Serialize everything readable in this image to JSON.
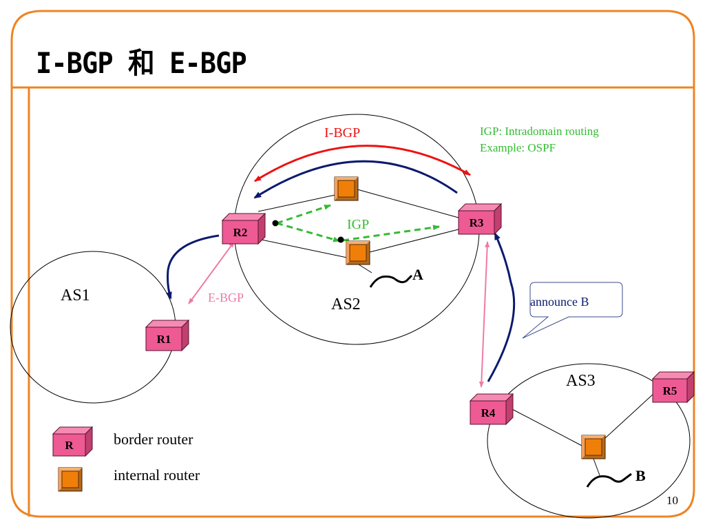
{
  "slide": {
    "title": "I-BGP 和 E-BGP",
    "page_number": "10",
    "frame_color": "#EE8422"
  },
  "diagram": {
    "autonomous_systems": [
      {
        "id": "AS1",
        "label": "AS1"
      },
      {
        "id": "AS2",
        "label": "AS2"
      },
      {
        "id": "AS3",
        "label": "AS3"
      }
    ],
    "border_routers": [
      {
        "id": "R1",
        "label": "R1",
        "as": "AS1"
      },
      {
        "id": "R2",
        "label": "R2",
        "as": "AS2"
      },
      {
        "id": "R3",
        "label": "R3",
        "as": "AS2"
      },
      {
        "id": "R4",
        "label": "R4",
        "as": "AS3"
      },
      {
        "id": "R5",
        "label": "R5",
        "as": "AS3"
      }
    ],
    "internal_routers": [
      {
        "id": "I1",
        "as": "AS2"
      },
      {
        "id": "I2",
        "as": "AS2"
      },
      {
        "id": "I3",
        "as": "AS3"
      }
    ],
    "labels": {
      "ibgp": "I-BGP",
      "ebgp": "E-BGP",
      "igp": "IGP",
      "host_a": "A",
      "host_b": "B",
      "igp_note_line1": "IGP: Intradomain routing",
      "igp_note_line2": "Example: OSPF",
      "callout": "announce B"
    },
    "colors": {
      "border_router": "#EE5A93",
      "internal_router": "#F07F09",
      "ibgp": "#EE1111",
      "ebgp": "#EE7AA6",
      "igp": "#33BB33",
      "announce": "#0A1A6E"
    }
  },
  "legend": {
    "items": [
      {
        "symbol_label": "R",
        "label": "border router"
      },
      {
        "symbol_label": "",
        "label": "internal router"
      }
    ]
  }
}
